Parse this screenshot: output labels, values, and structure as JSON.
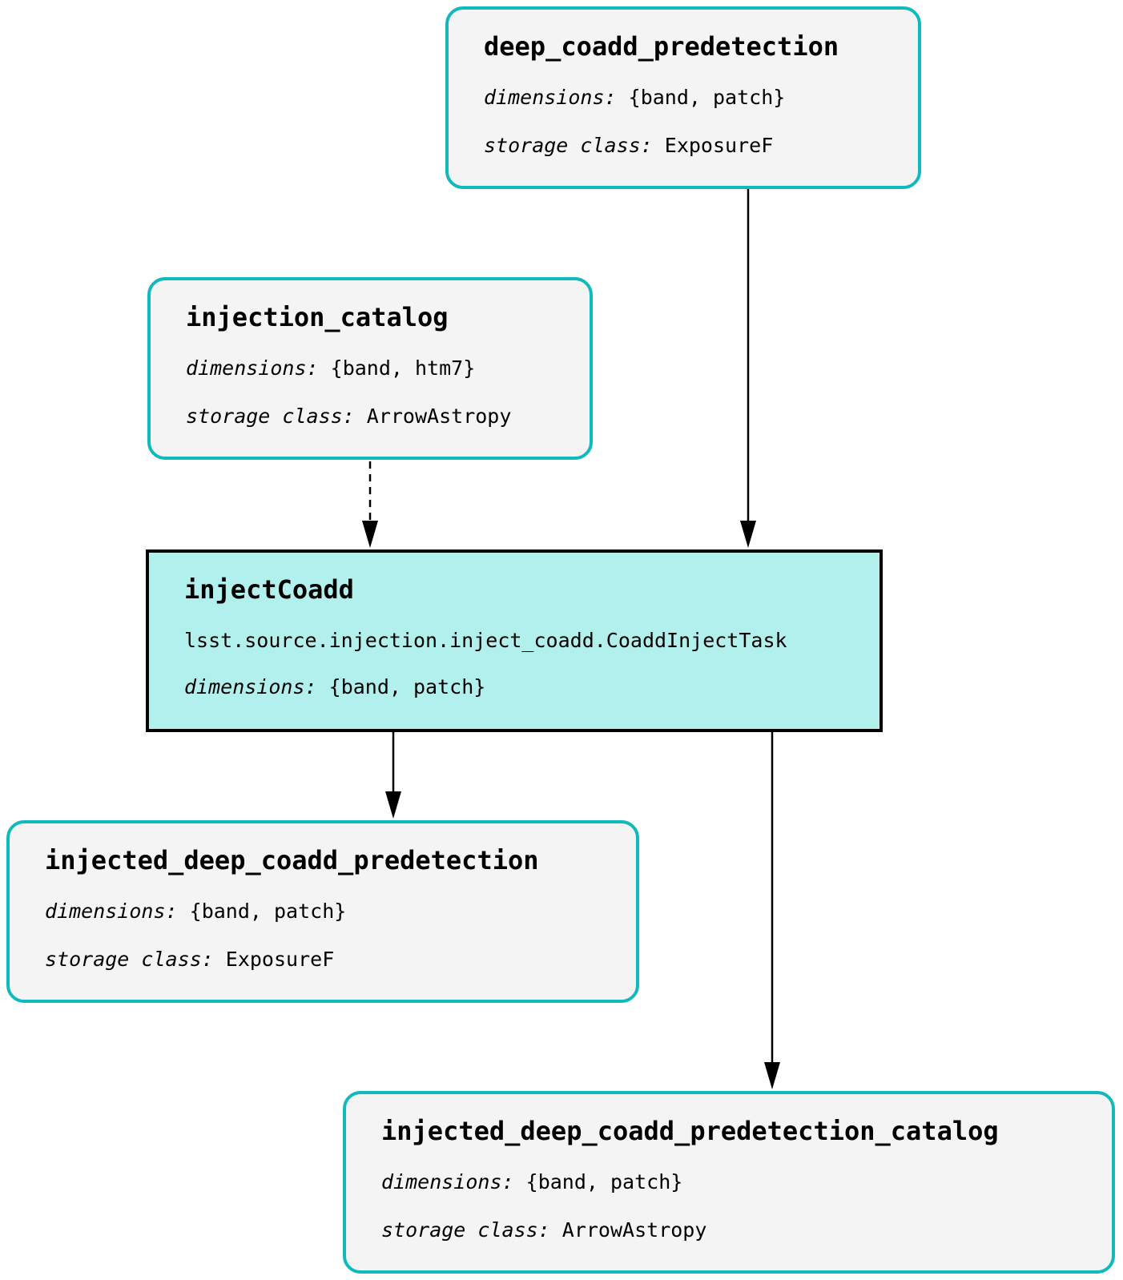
{
  "nodes": {
    "deep_coadd_predetection": {
      "name": "deep_coadd_predetection",
      "dimensions_label": "dimensions:",
      "dimensions": "{band, patch}",
      "storage_label": "storage class:",
      "storage": "ExposureF"
    },
    "injection_catalog": {
      "name": "injection_catalog",
      "dimensions_label": "dimensions:",
      "dimensions": "{band, htm7}",
      "storage_label": "storage class:",
      "storage": "ArrowAstropy"
    },
    "injectCoadd": {
      "name": "injectCoadd",
      "task_class": "lsst.source.injection.inject_coadd.CoaddInjectTask",
      "dimensions_label": "dimensions:",
      "dimensions": "{band, patch}"
    },
    "injected_deep_coadd_predetection": {
      "name": "injected_deep_coadd_predetection",
      "dimensions_label": "dimensions:",
      "dimensions": "{band, patch}",
      "storage_label": "storage class:",
      "storage": "ExposureF"
    },
    "injected_deep_coadd_predetection_catalog": {
      "name": "injected_deep_coadd_predetection_catalog",
      "dimensions_label": "dimensions:",
      "dimensions": "{band, patch}",
      "storage_label": "storage class:",
      "storage": "ArrowAstropy"
    }
  },
  "edges": [
    {
      "from": "deep_coadd_predetection",
      "to": "injectCoadd",
      "style": "solid"
    },
    {
      "from": "injection_catalog",
      "to": "injectCoadd",
      "style": "dashed"
    },
    {
      "from": "injectCoadd",
      "to": "injected_deep_coadd_predetection",
      "style": "solid"
    },
    {
      "from": "injectCoadd",
      "to": "injected_deep_coadd_predetection_catalog",
      "style": "solid"
    }
  ],
  "colors": {
    "dataset_border": "#11b9bd",
    "dataset_fill": "#f4f4f4",
    "task_fill": "#b2f0ed",
    "task_border": "#000000"
  }
}
